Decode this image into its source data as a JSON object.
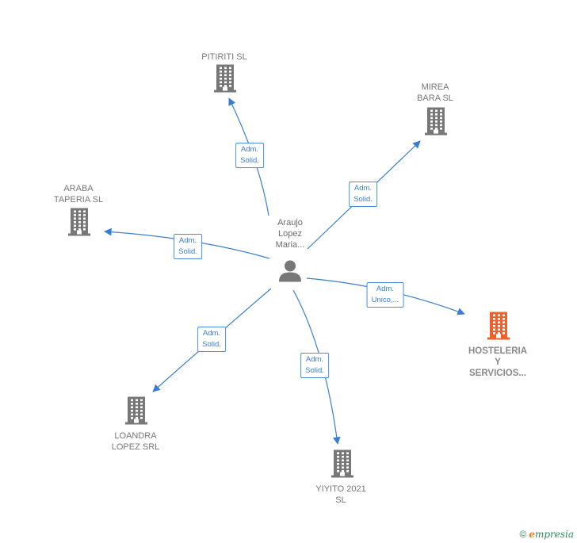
{
  "colors": {
    "edge": "#3a7fcf",
    "company_icon": "#777777",
    "highlight_icon": "#f0602a",
    "person_icon": "#777777"
  },
  "center": {
    "name_lines": [
      "Araujo",
      "Lopez",
      "Maria..."
    ],
    "icon": "person-icon"
  },
  "companies": [
    {
      "id": "pitiriti",
      "name_lines": [
        "PITIRITI  SL"
      ],
      "highlight": false,
      "edge_label": [
        "Adm.",
        "Solid."
      ]
    },
    {
      "id": "mirea",
      "name_lines": [
        "MIREA",
        "BARA SL"
      ],
      "highlight": false,
      "edge_label": [
        "Adm.",
        "Solid."
      ]
    },
    {
      "id": "araba",
      "name_lines": [
        "ARABA",
        "TAPERIA SL"
      ],
      "highlight": false,
      "edge_label": [
        "Adm.",
        "Solid."
      ]
    },
    {
      "id": "hosteleria",
      "name_lines": [
        "HOSTELERIA",
        "Y",
        "SERVICIOS..."
      ],
      "highlight": true,
      "edge_label": [
        "Adm.",
        "Unico,..."
      ]
    },
    {
      "id": "loandra",
      "name_lines": [
        "LOANDRA",
        "LOPEZ SRL"
      ],
      "highlight": false,
      "edge_label": [
        "Adm.",
        "Solid."
      ]
    },
    {
      "id": "yiyito",
      "name_lines": [
        "YIYITO 2021",
        "SL"
      ],
      "highlight": false,
      "edge_label": [
        "Adm.",
        "Solid."
      ]
    }
  ],
  "footer": {
    "copyright": "©",
    "brand_first": "e",
    "brand_rest": "mpresia"
  }
}
